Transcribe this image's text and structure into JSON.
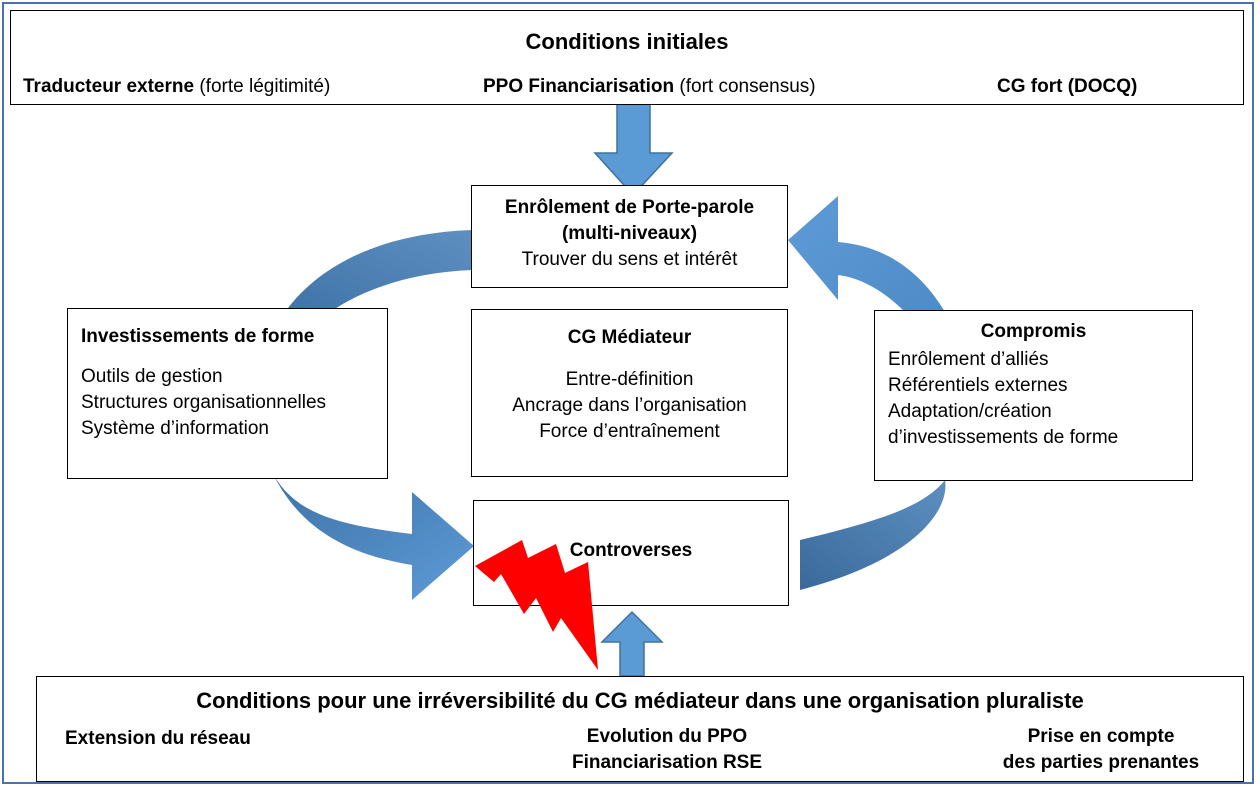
{
  "top": {
    "title": "Conditions initiales",
    "left_bold": "Traducteur externe",
    "left_normal": "(forte légitimité)",
    "center_bold": "PPO  Financiarisation",
    "center_normal": "(fort consensus)",
    "right_bold": "CG fort (DOCQ)"
  },
  "enrolement": {
    "line1": "Enrôlement de Porte-parole",
    "line2": "(multi-niveaux)",
    "line3": "Trouver du sens et intérêt"
  },
  "investissements": {
    "title": "Investissements de forme",
    "items": [
      "Outils de gestion",
      "Structures organisationnelles",
      "Système d’information"
    ]
  },
  "mediateur": {
    "title": "CG Médiateur",
    "items": [
      "Entre-définition",
      "Ancrage dans l’organisation",
      "Force d’entraînement"
    ]
  },
  "compromis": {
    "title": "Compromis",
    "items": [
      "Enrôlement d’alliés",
      "Référentiels externes",
      "Adaptation/création",
      "d’investissements de forme"
    ]
  },
  "controverses": {
    "title": "Controverses"
  },
  "bottom": {
    "title": "Conditions pour une irréversibilité du CG médiateur dans une organisation pluraliste",
    "left": "Extension du réseau",
    "center_line1": "Evolution du PPO",
    "center_line2": "Financiarisation RSE",
    "right_line1": "Prise en compte",
    "right_line2": "des parties prenantes"
  },
  "colors": {
    "arrow_fill": "#5b9bd5",
    "arrow_stroke": "#41719c",
    "lightning": "#ff0000",
    "frame": "#4a74a8"
  }
}
